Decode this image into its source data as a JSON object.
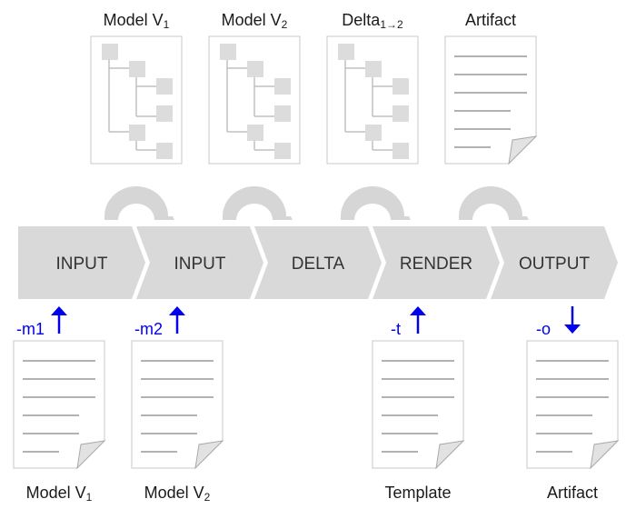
{
  "top_docs": [
    {
      "label": "Model V",
      "sub": "1",
      "kind": "tree"
    },
    {
      "label": "Model V",
      "sub": "2",
      "kind": "tree"
    },
    {
      "label": "Delta",
      "sub": "1→2",
      "kind": "tree"
    },
    {
      "label": "Artifact",
      "sub": "",
      "kind": "text"
    }
  ],
  "stages": [
    {
      "label": "INPUT"
    },
    {
      "label": "INPUT"
    },
    {
      "label": "DELTA"
    },
    {
      "label": "RENDER"
    },
    {
      "label": "OUTPUT"
    }
  ],
  "bottom_docs": [
    {
      "label": "Model V",
      "sub": "1",
      "flag": "-m1",
      "direction": "up"
    },
    {
      "label": "Model V",
      "sub": "2",
      "flag": "-m2",
      "direction": "up"
    },
    {
      "label": "Template",
      "sub": "",
      "flag": "-t",
      "direction": "up"
    },
    {
      "label": "Artifact",
      "sub": "",
      "flag": "-o",
      "direction": "down"
    }
  ],
  "colors": {
    "band": "#d9d9d9",
    "arc": "#d6d6d6",
    "doc_border": "#c8c8c8",
    "doc_line": "#999999",
    "tree_node": "#dcdcdc",
    "tree_line": "#c0c0c0",
    "arrow": "#0000ee"
  },
  "icons": {
    "tree_doc": "tree-document-icon",
    "text_doc": "text-document-icon",
    "arrow_up": "arrow-up-icon",
    "arrow_down": "arrow-down-icon"
  }
}
